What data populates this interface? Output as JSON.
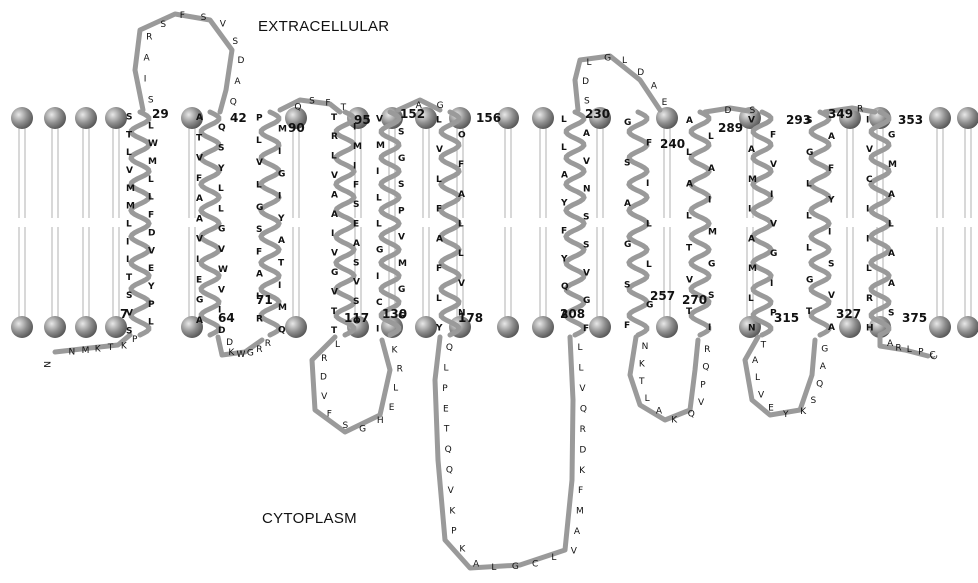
{
  "labels": {
    "extracellular": "EXTRACELLULAR",
    "cytoplasm": "CYTOPLASM"
  },
  "colors": {
    "chain": "#9a9a9a",
    "lipid_head": "#8c8c8c",
    "lipid_tail": "#bdbdbd",
    "text": "#111111"
  },
  "residue_numbers": [
    "29",
    "42",
    "90",
    "95",
    "152",
    "156",
    "230",
    "240",
    "289",
    "293",
    "349",
    "353",
    "7",
    "64",
    "71",
    "117",
    "130",
    "178",
    "208",
    "257",
    "270",
    "315",
    "327",
    "375"
  ],
  "termini": {
    "n": "N",
    "c": "C"
  },
  "segments": [
    {
      "id": "nterm",
      "seq": "NMKTKP"
    },
    {
      "id": "tm1",
      "seq": "SLTWLMVLMLMFLDIVIETYSPVLS"
    },
    {
      "id": "ecl1",
      "seq": "SIARSFSVSDAQ"
    },
    {
      "id": "tm2",
      "seq": "AQTSVYFLALAGVVIWEVGIAD"
    },
    {
      "id": "icl1",
      "seq": "DKWGRR"
    },
    {
      "id": "tm3",
      "seq": "PMLIVGLIGYSAFTAILMRQ"
    },
    {
      "id": "ecl2",
      "seq": "QSFT"
    },
    {
      "id": "tm4",
      "seq": "TIRMLIVFASAEIAVSGVVSTOT"
    },
    {
      "id": "icl2",
      "seq": "LRDVFSGHELRK"
    },
    {
      "id": "tm5",
      "seq": "VSMGISLPLVGMIGCGI"
    },
    {
      "id": "ecl3",
      "seq": "AG"
    },
    {
      "id": "tm6",
      "seq": "LOVFLAFLALFVLNY"
    },
    {
      "id": "icl3",
      "seq": "QLPETQQVKPKALGCLVAMFKDRQVLL"
    },
    {
      "id": "tm7",
      "seq": "LALVANYSFSYVQGAF"
    },
    {
      "id": "ecl4",
      "seq": "SDLGLDAE"
    },
    {
      "id": "tm8",
      "seq": "GFSIALGLSGF"
    },
    {
      "id": "icl4",
      "seq": "NKTLAKQVPQR"
    },
    {
      "id": "tm9",
      "seq": "ALLAAILMTGVSTI"
    },
    {
      "id": "ecl5",
      "seq": "DS"
    },
    {
      "id": "tm10",
      "seq": "VFAVMIIVAGMILPN"
    },
    {
      "id": "icl5",
      "seq": "TALVEYKSQAG"
    },
    {
      "id": "tm11",
      "seq": "SAGFLYLILSGVTA"
    },
    {
      "id": "ecl6",
      "seq": "R"
    },
    {
      "id": "tm12",
      "seq": "IGVMCAILIALARSH"
    },
    {
      "id": "cterm",
      "seq": "ARLPC"
    }
  ]
}
